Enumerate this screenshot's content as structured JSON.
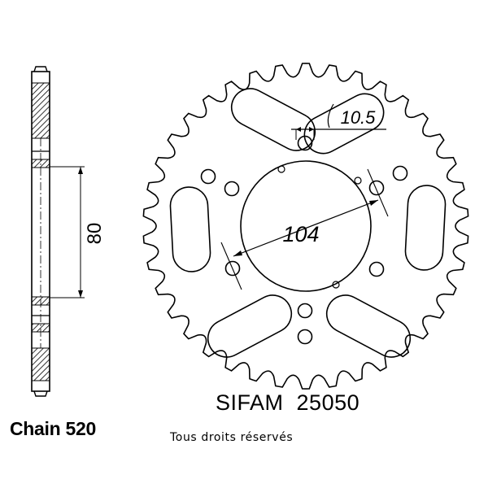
{
  "sprocket": {
    "pitch_diameter": "104",
    "bolt_hole": "10.5",
    "offset": "80"
  },
  "labels": {
    "chain": "Chain 520",
    "brand": "SIFAM",
    "reference": "25050",
    "copyright": "Tous droits réservés"
  },
  "colors": {
    "line": "#000000",
    "background": "#ffffff"
  }
}
